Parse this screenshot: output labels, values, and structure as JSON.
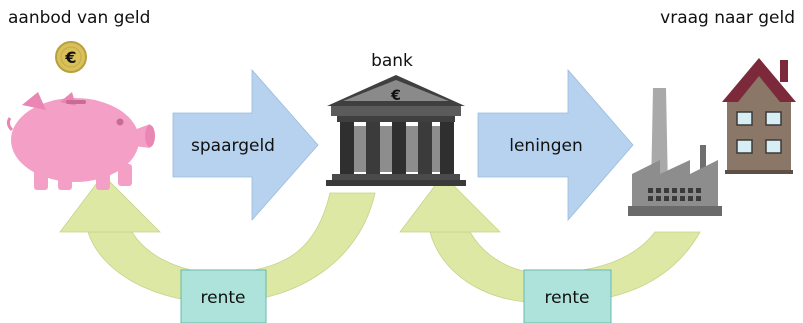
{
  "labels": {
    "supply": "aanbod van geld",
    "demand": "vraag naar geld",
    "bank": "bank",
    "savings": "spaargeld",
    "loans": "leningen",
    "interest_left": "rente",
    "interest_right": "rente"
  },
  "symbols": {
    "coin": "€",
    "bank_sign": "€"
  },
  "colors": {
    "arrow_blue": "#b7d2ee",
    "arrow_green": "#dde8a4",
    "rente_box": "#aee3dc",
    "piggy": "#f49fc6",
    "coin": "#d9c05a",
    "bank_dark": "#3f3f3f",
    "factory": "#8d8d8d",
    "house_wall": "#8a7767",
    "house_roof": "#7c2a3b"
  }
}
